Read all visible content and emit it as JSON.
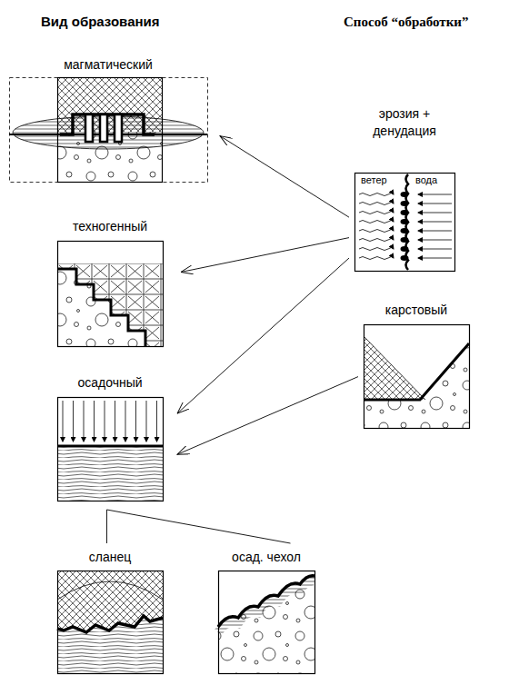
{
  "diagram": {
    "nodes": [
      {
        "text": [
          "магматический"
        ]
      },
      {
        "text": [
          "эрозия + денудация",
          "ветер",
          "вода"
        ]
      },
      {
        "text": [
          "техногенный"
        ]
      },
      {
        "text": [
          "карстовый"
        ]
      },
      {
        "text": [
          "осадочный"
        ]
      },
      {
        "text": [
          "сланец"
        ]
      },
      {
        "text": [
          "осад. чехол"
        ]
      }
    ],
    "edges": [
      {
        "from": 1,
        "to": 0,
        "arrow": "to"
      },
      {
        "from": 1,
        "to": 2,
        "arrow": "to"
      },
      {
        "from": 1,
        "to": 4,
        "arrow": "to"
      },
      {
        "from": 3,
        "to": 4,
        "arrow": "to"
      },
      {
        "from": 4,
        "to": 5,
        "arrow": "none"
      },
      {
        "from": 4,
        "to": 6,
        "arrow": "none"
      }
    ],
    "labels": [
      "Вид образования",
      "Способ “обработки”"
    ]
  }
}
